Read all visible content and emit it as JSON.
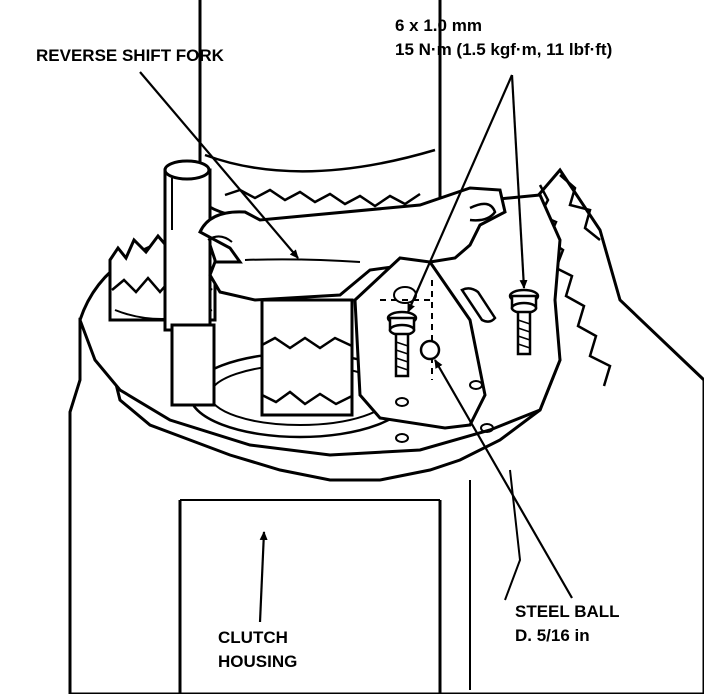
{
  "labels": {
    "reverse_shift_fork": "REVERSE SHIFT FORK",
    "bolt_size": "6 x 1.0 mm",
    "bolt_torque": "15 N·m (1.5 kgf·m, 11 lbf·ft)",
    "steel_ball_line1": "STEEL BALL",
    "steel_ball_line2": "D. 5/16 in",
    "clutch_housing_line1": "CLUTCH",
    "clutch_housing_line2": "HOUSING"
  },
  "colors": {
    "ink": "#000000",
    "paper": "#ffffff",
    "shade": "#e6e6e6"
  }
}
